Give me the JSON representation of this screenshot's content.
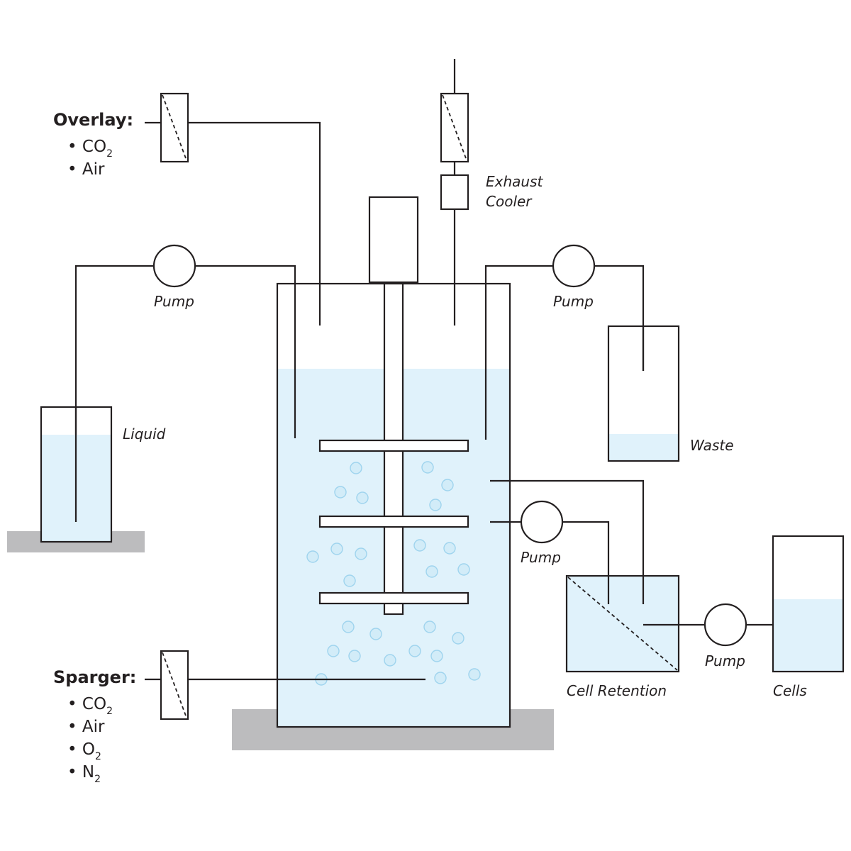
{
  "labels": {
    "overlay_title": "Overlay:",
    "sparger_title": "Sparger:",
    "exhaust_line1": "Exhaust",
    "exhaust_line2": "Cooler",
    "pump_left": "Pump",
    "pump_right": "Pump",
    "pump_middle": "Pump",
    "pump_cells": "Pump",
    "liquid": "Liquid",
    "waste": "Waste",
    "cell_retention": "Cell Retention",
    "cells": "Cells"
  },
  "overlay_gases": [
    {
      "bullet": "•",
      "base": "CO",
      "sub": "2"
    },
    {
      "bullet": "•",
      "base": "Air",
      "sub": ""
    }
  ],
  "sparger_gases": [
    {
      "bullet": "•",
      "base": "CO",
      "sub": "2"
    },
    {
      "bullet": "•",
      "base": "Air",
      "sub": ""
    },
    {
      "bullet": "•",
      "base": "O",
      "sub": "2"
    },
    {
      "bullet": "•",
      "base": "N",
      "sub": "2"
    }
  ],
  "colors": {
    "line": "#231f20",
    "liquid": "#e0f2fb",
    "bubble_fill": "#d2ecf8",
    "bubble_stroke": "#9fd4ee",
    "base": "#bcbcbe"
  }
}
